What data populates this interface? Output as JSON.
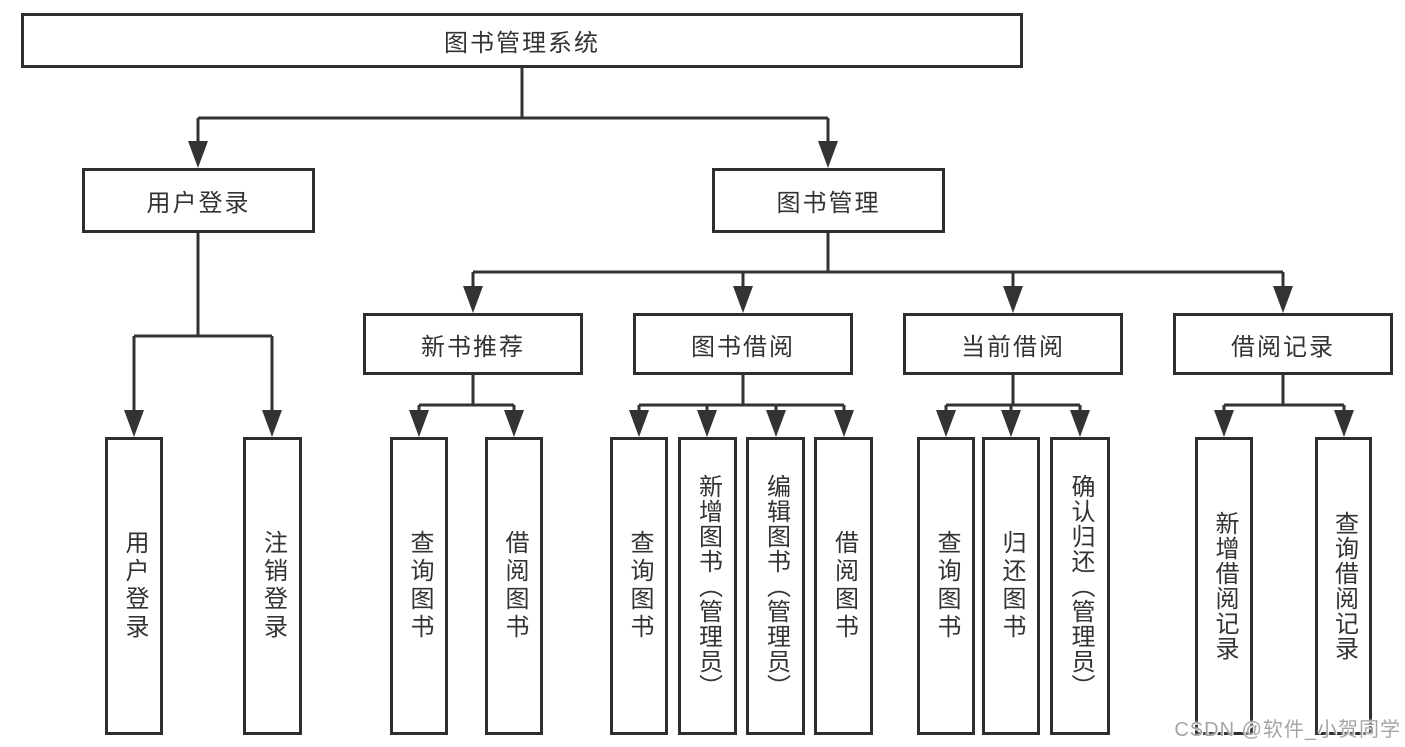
{
  "diagram": {
    "root": {
      "label": "图书管理系统"
    },
    "level2": [
      {
        "label": "用户登录",
        "parent": "图书管理系统"
      },
      {
        "label": "图书管理",
        "parent": "图书管理系统"
      }
    ],
    "level3": [
      {
        "label": "新书推荐",
        "parent": "图书管理"
      },
      {
        "label": "图书借阅",
        "parent": "图书管理"
      },
      {
        "label": "当前借阅",
        "parent": "图书管理"
      },
      {
        "label": "借阅记录",
        "parent": "图书管理"
      }
    ],
    "leaves": [
      {
        "label": "用户登录",
        "parent": "用户登录"
      },
      {
        "label": "注销登录",
        "parent": "用户登录"
      },
      {
        "label": "查询图书",
        "parent": "新书推荐"
      },
      {
        "label": "借阅图书",
        "parent": "新书推荐"
      },
      {
        "label": "查询图书",
        "parent": "图书借阅"
      },
      {
        "label": "新增图书（管理员）",
        "parent": "图书借阅"
      },
      {
        "label": "编辑图书（管理员）",
        "parent": "图书借阅"
      },
      {
        "label": "借阅图书",
        "parent": "图书借阅"
      },
      {
        "label": "查询图书",
        "parent": "当前借阅"
      },
      {
        "label": "归还图书",
        "parent": "当前借阅"
      },
      {
        "label": "确认归还（管理员）",
        "parent": "当前借阅"
      },
      {
        "label": "新增借阅记录",
        "parent": "借阅记录"
      },
      {
        "label": "查询借阅记录",
        "parent": "借阅记录"
      }
    ]
  },
  "watermark": {
    "text": "CSDN @软件_小贺同学"
  },
  "colors": {
    "line": "#333333",
    "border": "#2e2e2e",
    "text": "#333333",
    "background": "#ffffff",
    "watermark": "#a5a5a5"
  }
}
